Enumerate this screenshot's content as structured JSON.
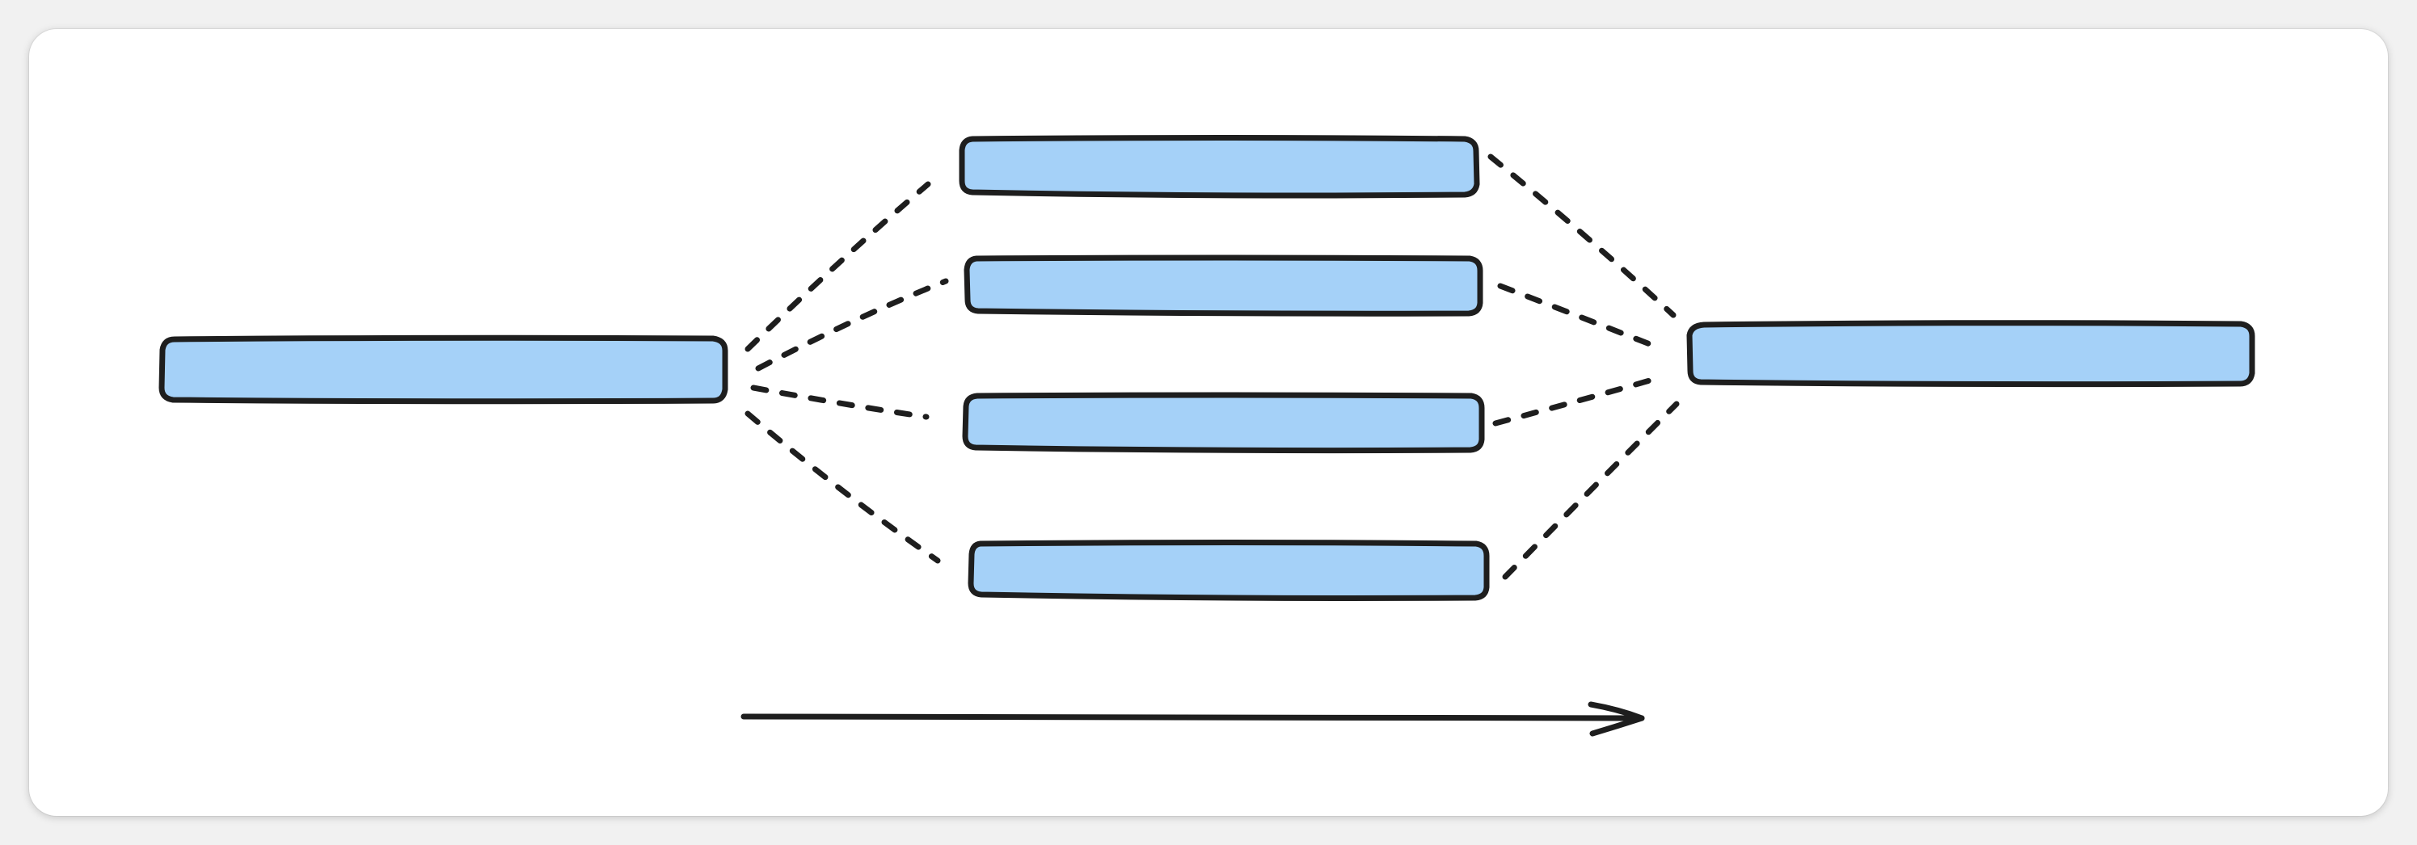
{
  "diagram": {
    "nodes": [
      {
        "id": "source"
      },
      {
        "id": "branch-1"
      },
      {
        "id": "branch-2"
      },
      {
        "id": "branch-3"
      },
      {
        "id": "branch-4"
      },
      {
        "id": "merge"
      }
    ],
    "edges": [
      {
        "from": "source",
        "to": "branch-1",
        "style": "dashed"
      },
      {
        "from": "source",
        "to": "branch-2",
        "style": "dashed"
      },
      {
        "from": "source",
        "to": "branch-3",
        "style": "dashed"
      },
      {
        "from": "source",
        "to": "branch-4",
        "style": "dashed"
      },
      {
        "from": "branch-1",
        "to": "merge",
        "style": "dashed"
      },
      {
        "from": "branch-2",
        "to": "merge",
        "style": "dashed"
      },
      {
        "from": "branch-3",
        "to": "merge",
        "style": "dashed"
      },
      {
        "from": "branch-4",
        "to": "merge",
        "style": "dashed"
      }
    ],
    "flow_arrow": {
      "direction": "left-to-right"
    },
    "colors": {
      "node_fill": "#a5d1f8",
      "stroke": "#1e1e1e",
      "background": "#ffffff"
    }
  }
}
